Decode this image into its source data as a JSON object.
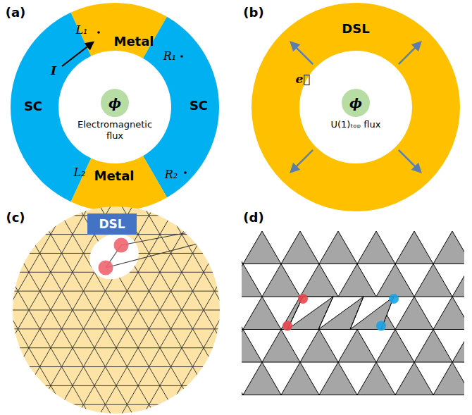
{
  "diagram": {
    "nodes": [
      {
        "text": [
          "Metal"
        ]
      },
      {
        "text": [
          "SC"
        ]
      },
      {
        "text": [
          "SC"
        ]
      },
      {
        "text": [
          "Metal"
        ]
      },
      {
        "text": [
          "ϕ",
          "Electromagnetic flux"
        ]
      },
      {
        "text": [
          "DSL"
        ]
      },
      {
        "text": [
          "ϕ",
          "U(1)ₜₒₚ flux"
        ]
      },
      {
        "text": [
          "DSL"
        ]
      }
    ],
    "labels": [
      "(a)",
      "L₁",
      "R₁",
      "I",
      "L₂",
      "R₂",
      "(b)",
      "e⃗",
      "(c)",
      "(d)"
    ]
  }
}
